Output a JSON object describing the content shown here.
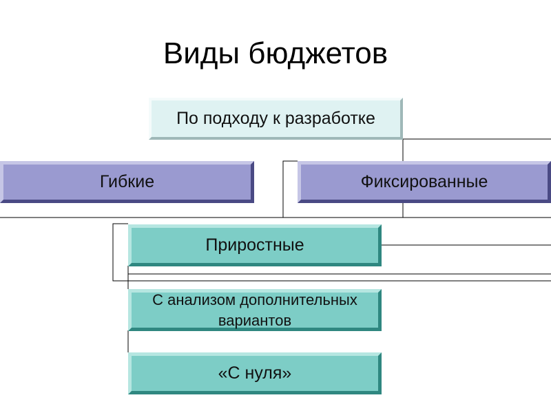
{
  "title": "Виды бюджетов",
  "root": {
    "label": "По подходу к разработке"
  },
  "level1": [
    {
      "label": "Гибкие"
    },
    {
      "label": "Фиксированные"
    }
  ],
  "level2": [
    {
      "label": "Приростные"
    },
    {
      "label": "С анализом дополнительных вариантов"
    },
    {
      "label": "«С нуля»"
    }
  ],
  "colors": {
    "root_fill": "#dff2f2",
    "level1_fill": "#9a9ad0",
    "level2_fill": "#7dcdc6",
    "connector": "#000000"
  }
}
